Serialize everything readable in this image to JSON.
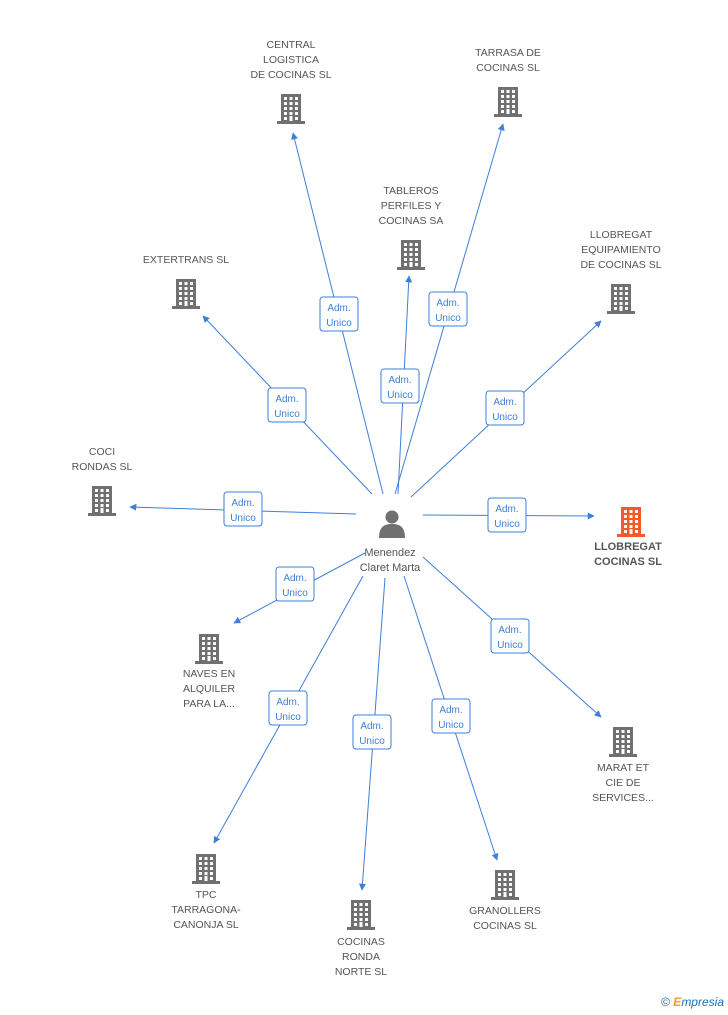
{
  "center": {
    "name_lines": [
      "Menendez",
      "Claret Marta"
    ]
  },
  "colors": {
    "edge": "#3d7fd9",
    "building": "#707070",
    "focus_building": "#f15a2b",
    "label": "#555555"
  },
  "companies": [
    {
      "id": "central",
      "lines": [
        "CENTRAL",
        "LOGISTICA",
        "DE COCINAS SL"
      ],
      "role": [
        "Adm.",
        "Unico"
      ],
      "focus": false
    },
    {
      "id": "tarrasa",
      "lines": [
        "TARRASA DE",
        "COCINAS SL"
      ],
      "role": [
        "Adm.",
        "Unico"
      ],
      "focus": false
    },
    {
      "id": "tableros",
      "lines": [
        "TABLEROS",
        "PERFILES Y",
        "COCINAS SA"
      ],
      "role": [
        "Adm.",
        "Unico"
      ],
      "focus": false
    },
    {
      "id": "llobregat-equip",
      "lines": [
        "LLOBREGAT",
        "EQUIPAMIENTO",
        "DE COCINAS SL"
      ],
      "role": [
        "Adm.",
        "Unico"
      ],
      "focus": false
    },
    {
      "id": "extertrans",
      "lines": [
        "EXTERTRANS SL"
      ],
      "role": [
        "Adm.",
        "Unico"
      ],
      "focus": false
    },
    {
      "id": "coci",
      "lines": [
        "COCI",
        "RONDAS SL"
      ],
      "role": [
        "Adm.",
        "Unico"
      ],
      "focus": false
    },
    {
      "id": "llobregat-cocinas",
      "lines": [
        "LLOBREGAT",
        "COCINAS SL"
      ],
      "role": [
        "Adm.",
        "Unico"
      ],
      "focus": true
    },
    {
      "id": "naves",
      "lines": [
        "NAVES EN",
        "ALQUILER",
        "PARA LA..."
      ],
      "role": [
        "Adm.",
        "Unico"
      ],
      "focus": false
    },
    {
      "id": "marat",
      "lines": [
        "MARAT ET",
        "CIE DE",
        "SERVICES..."
      ],
      "role": [
        "Adm.",
        "Unico"
      ],
      "focus": false
    },
    {
      "id": "tpc",
      "lines": [
        "TPC",
        "TARRAGONA-",
        "CANONJA SL"
      ],
      "role": [
        "Adm.",
        "Unico"
      ],
      "focus": false
    },
    {
      "id": "cocinas-ronda",
      "lines": [
        "COCINAS",
        "RONDA",
        "NORTE SL"
      ],
      "role": [
        "Adm.",
        "Unico"
      ],
      "focus": false
    },
    {
      "id": "granollers",
      "lines": [
        "GRANOLLERS",
        "COCINAS SL"
      ],
      "role": [
        "Adm.",
        "Unico"
      ],
      "focus": false
    }
  ],
  "footer": {
    "copyright": "©",
    "brand_first": "E",
    "brand_rest": "mpresia"
  }
}
